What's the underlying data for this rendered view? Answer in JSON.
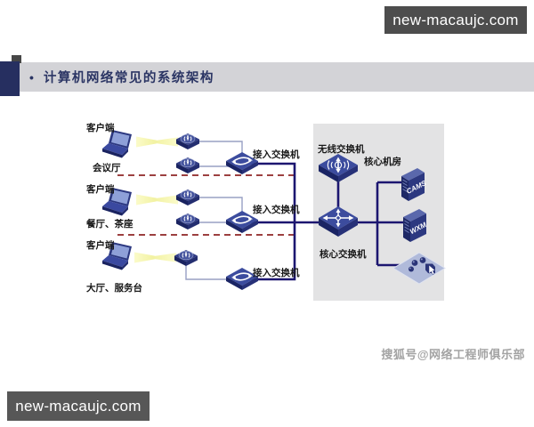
{
  "watermark_top": {
    "text": "new-macaujc.com"
  },
  "watermark_bottom": {
    "text": "new-macaujc.com"
  },
  "title_bar": {
    "bullet": "•",
    "title": "计算机网络常见的系统架构"
  },
  "diagram": {
    "zones": [
      {
        "client": "客户端",
        "area": "会议厅",
        "access_switch": "接入交换机"
      },
      {
        "client": "客户端",
        "area": "餐厅、茶座",
        "access_switch": "接入交换机"
      },
      {
        "client": "客户端",
        "area": "大厅、服务台",
        "access_switch": "接入交换机"
      }
    ],
    "core": {
      "wireless_switch": "无线交换机",
      "core_room": "核心机房",
      "core_switch": "核心交换机",
      "server1": "CAMS",
      "server2": "WXM"
    },
    "icons": [
      "laptop-icon",
      "wireless-ap-icon",
      "access-switch-icon",
      "wireless-switch-icon",
      "core-switch-icon",
      "server-tower-icon",
      "management-platform-icon",
      "wireless-beam"
    ]
  },
  "credit": {
    "text": "搜狐号@网络工程师俱乐部"
  },
  "colors": {
    "title_navy": "#2b3564",
    "device_blue": "#2c3880",
    "trunk_line": "#1c1670",
    "thin_line": "#98a0c4",
    "panel_gray": "#e3e3e4",
    "dashed_red": "#9c4040",
    "watermark_bg": "#4d4d4d",
    "beam_yellow": "#f2f2a2"
  }
}
